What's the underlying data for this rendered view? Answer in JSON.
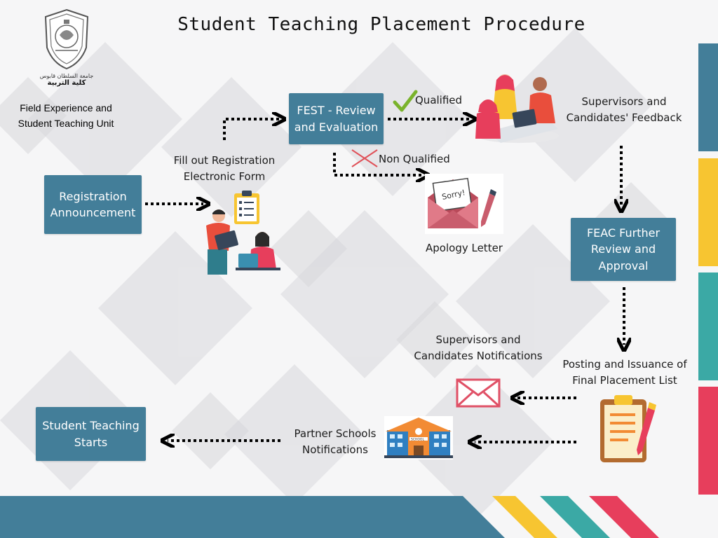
{
  "title": "Student Teaching Placement Procedure",
  "logo": {
    "icon": "university-seal-icon",
    "arabic_line1": "جامعة السلطان قابوس",
    "arabic_line2": "كلية التربية"
  },
  "unit_name": "Field Experience and Student Teaching Unit",
  "steps": {
    "registration": "Registration Announcement",
    "fill_form": "Fill out Registration Electronic Form",
    "fest": "FEST - Review and Evaluation",
    "qualified": "Qualified",
    "non_qualified": "Non Qualified",
    "apology": "Apology Letter",
    "feedback": "Supervisors and Candidates' Feedback",
    "feac": "FEAC Further Review and Approval",
    "posting": "Posting and Issuance of Final Placement List",
    "sup_notifications": "Supervisors and Candidates Notifications",
    "partner": "Partner Schools Notifications",
    "starts": "Student Teaching Starts"
  },
  "icons": {
    "form": "clipboard-checklist-icon",
    "people": "people-with-laptop-icon",
    "meeting": "team-meeting-icon",
    "apology": "sorry-envelope-icon",
    "check": "check-icon",
    "cross": "cross-icon",
    "placement_list": "clipboard-pencil-icon",
    "mail": "envelope-icon",
    "school": "school-building-icon"
  },
  "colors": {
    "box": "#437e99",
    "bar_blue": "#437e99",
    "bar_yellow": "#f7c531",
    "bar_teal": "#3ba9a5",
    "bar_red": "#e73e5c",
    "check": "#7ab32c",
    "cross": "#e05058"
  }
}
